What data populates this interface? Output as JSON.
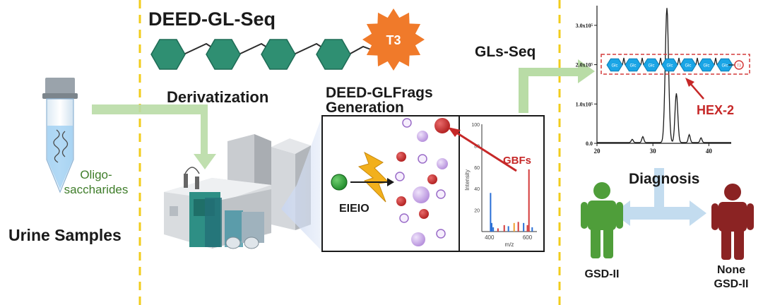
{
  "colors": {
    "divider": "#f2cc1c",
    "teal_hex": "#2f8f72",
    "teal_dark": "#1e6b55",
    "star_orange": "#f07a2a",
    "green_arrow": "#b9dca6",
    "blue_arrow": "#c3dcef",
    "red": "#c62828",
    "dark_red": "#8b2323",
    "green_person": "#4f9e3a",
    "lightning": "#f2b01c",
    "purple": "#c9a9e6",
    "blue_glycan": "#1aa5e6",
    "oligo_text": "#3f7d2a"
  },
  "labels": {
    "deed_gl_seq": "DEED-GL-Seq",
    "t3": "T3",
    "derivatization": "Derivatization",
    "oligo_line1": "Oligo-",
    "oligo_line2": "saccharides",
    "urine_samples": "Urine Samples",
    "glfrags_line1": "DEED-GLFrags",
    "glfrags_line2": "Generation",
    "eieio": "EIEIO",
    "gbfs": "GBFs",
    "gls_seq": "GLs-Seq",
    "hex2": "HEX-2",
    "diagnosis": "Diagnosis",
    "gsd2": "GSD-II",
    "none_line1": "None",
    "none_line2": "GSD-II"
  },
  "glycan_labels": [
    "Glc",
    "Glc",
    "Glc",
    "Glc",
    "Glc",
    "Glc",
    "Glc"
  ],
  "glycan_end": "T3",
  "chart_data": [
    {
      "type": "line",
      "title": "",
      "xlabel": "",
      "ylabel": "",
      "xlim": [
        20,
        44
      ],
      "ylim": [
        0,
        3.5
      ],
      "x_ticks": [
        "20",
        "30",
        "40"
      ],
      "y_ticks": [
        "0.0",
        "1.0x10⁵",
        "2.0x10⁵",
        "3.0x10⁵"
      ],
      "y_tick_values": [
        0,
        1,
        2,
        3
      ],
      "x_tick_values": [
        20,
        30,
        40
      ],
      "peaks": [
        {
          "x": 26.3,
          "y": 0.08
        },
        {
          "x": 28.2,
          "y": 0.15
        },
        {
          "x": 32.5,
          "y": 3.42
        },
        {
          "x": 34.2,
          "y": 1.25
        },
        {
          "x": 36.5,
          "y": 0.2
        },
        {
          "x": 38.6,
          "y": 0.12
        }
      ]
    },
    {
      "type": "bar",
      "title": "",
      "xlabel": "m/z",
      "ylabel": "Intensity",
      "xlim": [
        360,
        650
      ],
      "ylim": [
        0,
        100
      ],
      "x_ticks": [
        "400",
        "600"
      ],
      "x_tick_values": [
        400,
        600
      ],
      "y_ticks": [
        "100",
        "80",
        "60",
        "40",
        "20"
      ],
      "y_tick_values": [
        100,
        80,
        60,
        40,
        20
      ],
      "series": [
        {
          "x": 406,
          "y": 36,
          "color": "#2a6fd6"
        },
        {
          "x": 412,
          "y": 8,
          "color": "#2a6fd6"
        },
        {
          "x": 420,
          "y": 4,
          "color": "#2a6fd6"
        },
        {
          "x": 445,
          "y": 3,
          "color": "#d43a3a"
        },
        {
          "x": 478,
          "y": 6,
          "color": "#d43a3a"
        },
        {
          "x": 500,
          "y": 5,
          "color": "#2a6fd6"
        },
        {
          "x": 530,
          "y": 8,
          "color": "#f0a030"
        },
        {
          "x": 552,
          "y": 9,
          "color": "#d43a3a"
        },
        {
          "x": 580,
          "y": 8,
          "color": "#2a6fd6"
        },
        {
          "x": 600,
          "y": 6,
          "color": "#d43a3a"
        },
        {
          "x": 608,
          "y": 58,
          "color": "#d43a3a"
        },
        {
          "x": 625,
          "y": 4,
          "color": "#2a6fd6"
        }
      ]
    }
  ]
}
